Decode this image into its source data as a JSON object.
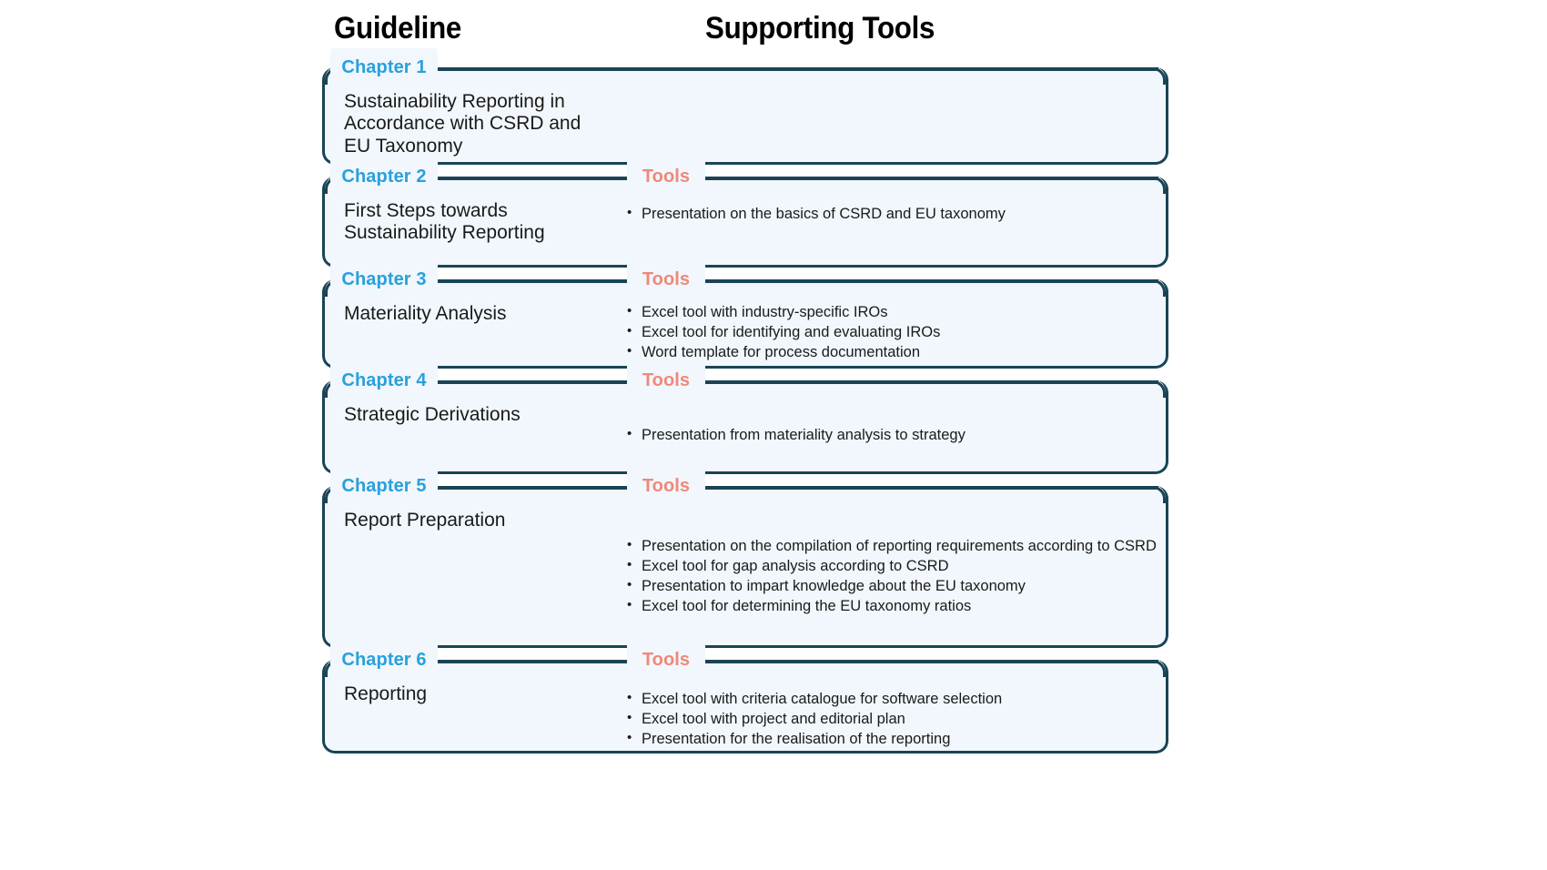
{
  "headings": {
    "guideline": "Guideline",
    "tools": "Supporting Tools"
  },
  "colors": {
    "border": "#1a4456",
    "fill": "#f1f7fc",
    "chapter_label": "#29a0dc",
    "tools_label": "#f0887a",
    "text": "#1a1a1a"
  },
  "tools_label": "Tools",
  "chapters": [
    {
      "label": "Chapter 1",
      "title": "Sustainability Reporting in Accordance with CSRD and EU Taxonomy",
      "has_tools": false,
      "tools": []
    },
    {
      "label": "Chapter 2",
      "title": "First Steps towards Sustainability Reporting",
      "has_tools": true,
      "tools": [
        "Presentation on the basics of CSRD and EU taxonomy"
      ]
    },
    {
      "label": "Chapter 3",
      "title": "Materiality Analysis",
      "has_tools": true,
      "tools": [
        "Excel tool with industry-specific IROs",
        "Excel tool for identifying and evaluating IROs",
        "Word template for process documentation"
      ]
    },
    {
      "label": "Chapter 4",
      "title": "Strategic Derivations",
      "has_tools": true,
      "tools": [
        "Presentation from materiality analysis to strategy"
      ]
    },
    {
      "label": "Chapter 5",
      "title": "Report Preparation",
      "has_tools": true,
      "tools": [
        "Presentation on the compilation of reporting requirements according to CSRD",
        "Excel tool for gap analysis according to CSRD",
        "Presentation to impart knowledge about the EU taxonomy",
        "Excel tool for determining the EU taxonomy ratios"
      ]
    },
    {
      "label": "Chapter 6",
      "title": "Reporting",
      "has_tools": true,
      "tools": [
        "Excel tool with criteria catalogue for software selection",
        "Excel tool with project and editorial plan",
        "Presentation for the realisation of the reporting"
      ]
    }
  ]
}
